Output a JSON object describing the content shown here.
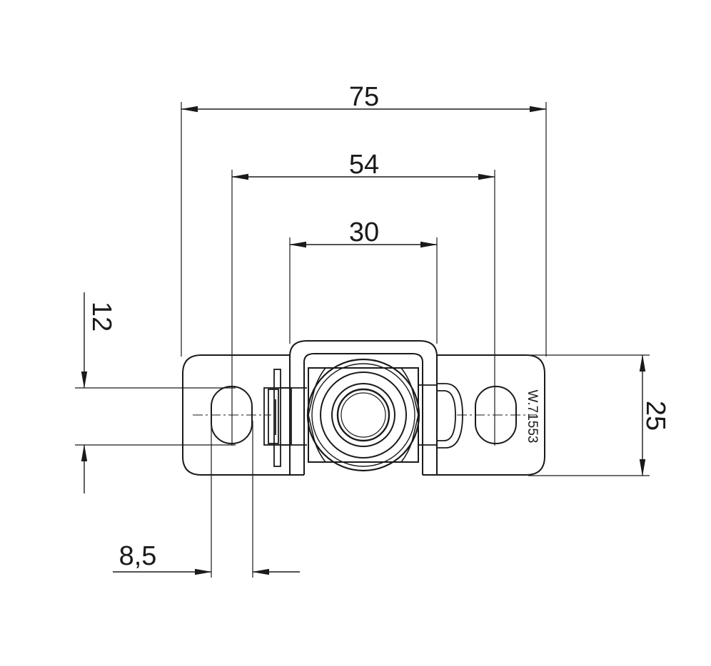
{
  "dimensions": {
    "overall_width": "75",
    "hole_spacing": "54",
    "bracket_width": "30",
    "slot_length": "12",
    "plate_height": "25",
    "slot_width": "8,5"
  },
  "part_number": "W.71553",
  "colors": {
    "line": "#1a1a1a",
    "background": "#ffffff"
  }
}
